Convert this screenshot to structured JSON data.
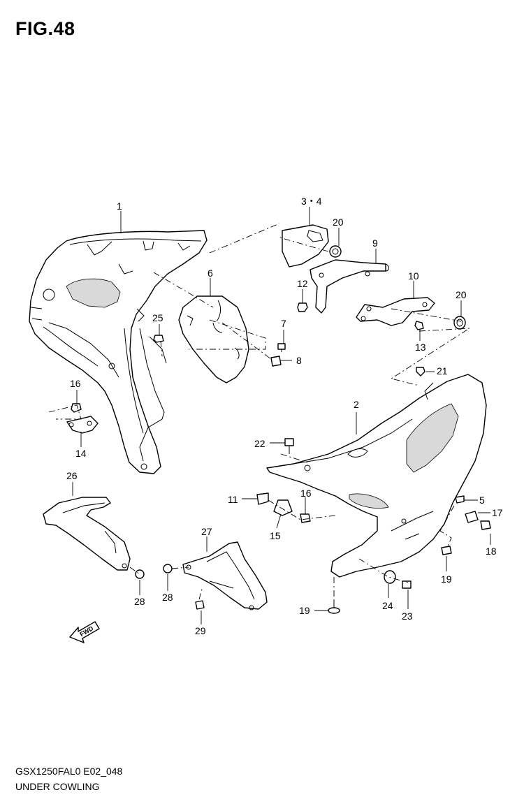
{
  "figure": {
    "title": "FIG.48",
    "code": "GSX1250FAL0 E02_048",
    "name": "UNDER COWLING",
    "fwd_label": "FWD"
  },
  "callouts": {
    "c1": "1",
    "c2": "2",
    "c34": "3・4",
    "c5": "5",
    "c6": "6",
    "c7": "7",
    "c8": "8",
    "c9": "9",
    "c10": "10",
    "c11": "11",
    "c12": "12",
    "c13": "13",
    "c14": "14",
    "c15": "15",
    "c16a": "16",
    "c16b": "16",
    "c17": "17",
    "c18": "18",
    "c19a": "19",
    "c19b": "19",
    "c20a": "20",
    "c20b": "20",
    "c21": "21",
    "c22": "22",
    "c23": "23",
    "c24": "24",
    "c25": "25",
    "c26": "26",
    "c27": "27",
    "c28a": "28",
    "c28b": "28",
    "c29": "29"
  }
}
